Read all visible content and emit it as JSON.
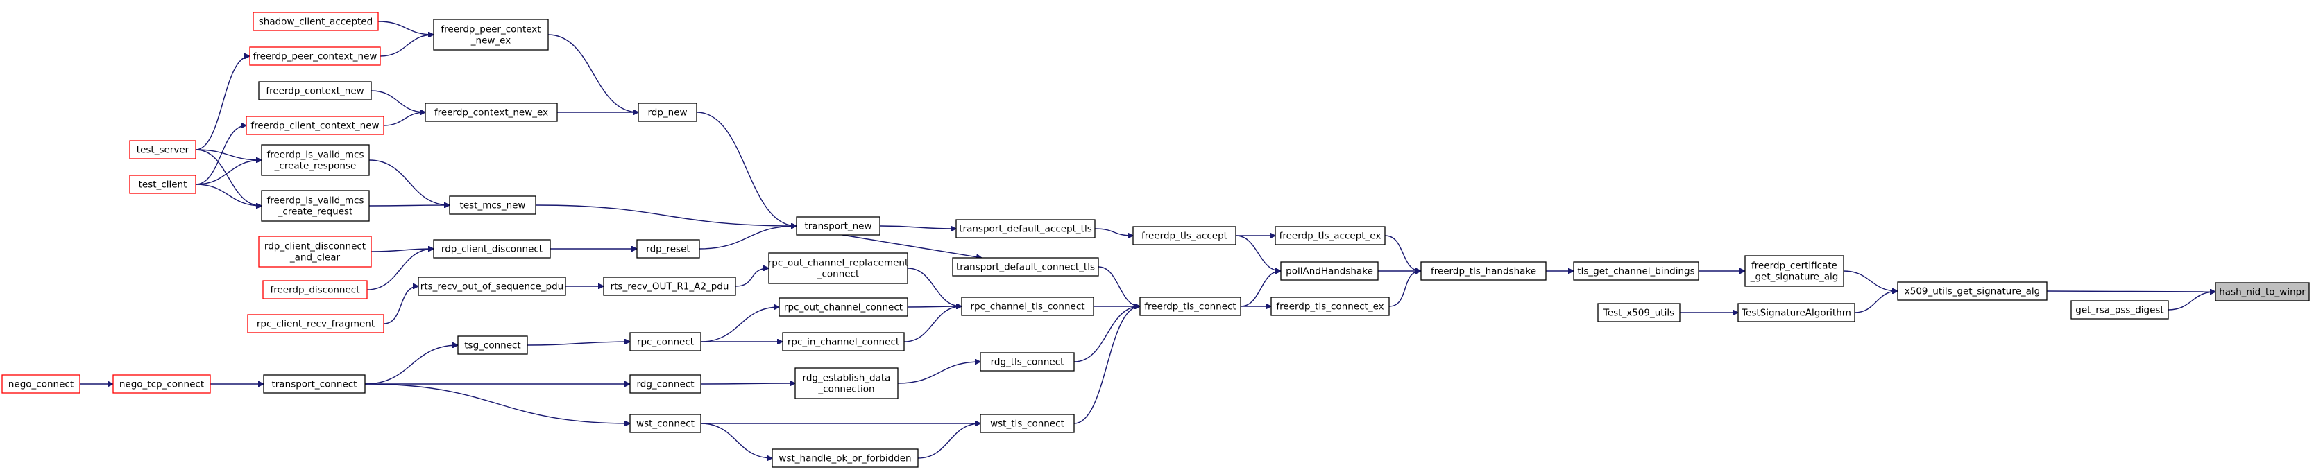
{
  "colors": {
    "edge": "#191970",
    "box_border": "#000000",
    "unresolved_border": "#ff0000",
    "target_fill": "#bfbfbf",
    "box_fill": "#ffffff"
  },
  "nodes": [
    {
      "id": "shadow_client_accepted",
      "lines": [
        "shadow_client_accepted"
      ],
      "border": "red"
    },
    {
      "id": "freerdp_peer_context_new_ex",
      "lines": [
        "freerdp_peer_context",
        "_new_ex"
      ],
      "border": "black"
    },
    {
      "id": "freerdp_peer_context_new",
      "lines": [
        "freerdp_peer_context_new"
      ],
      "border": "red"
    },
    {
      "id": "freerdp_context_new",
      "lines": [
        "freerdp_context_new"
      ],
      "border": "black"
    },
    {
      "id": "freerdp_client_context_new",
      "lines": [
        "freerdp_client_context_new"
      ],
      "border": "red"
    },
    {
      "id": "freerdp_context_new_ex",
      "lines": [
        "freerdp_context_new_ex"
      ],
      "border": "black"
    },
    {
      "id": "rdp_new",
      "lines": [
        "rdp_new"
      ],
      "border": "black"
    },
    {
      "id": "test_server",
      "lines": [
        "test_server"
      ],
      "border": "red"
    },
    {
      "id": "test_client",
      "lines": [
        "test_client"
      ],
      "border": "red"
    },
    {
      "id": "freerdp_is_valid_mcs_create_response",
      "lines": [
        "freerdp_is_valid_mcs",
        "_create_response"
      ],
      "border": "black"
    },
    {
      "id": "freerdp_is_valid_mcs_create_request",
      "lines": [
        "freerdp_is_valid_mcs",
        "_create_request"
      ],
      "border": "black"
    },
    {
      "id": "test_mcs_new",
      "lines": [
        "test_mcs_new"
      ],
      "border": "black"
    },
    {
      "id": "rdp_client_disconnect_and_clear",
      "lines": [
        "rdp_client_disconnect",
        "_and_clear"
      ],
      "border": "red"
    },
    {
      "id": "freerdp_disconnect",
      "lines": [
        "freerdp_disconnect"
      ],
      "border": "red"
    },
    {
      "id": "rdp_client_disconnect",
      "lines": [
        "rdp_client_disconnect"
      ],
      "border": "black"
    },
    {
      "id": "rdp_reset",
      "lines": [
        "rdp_reset"
      ],
      "border": "black"
    },
    {
      "id": "transport_new",
      "lines": [
        "transport_new"
      ],
      "border": "black"
    },
    {
      "id": "rpc_client_recv_fragment",
      "lines": [
        "rpc_client_recv_fragment"
      ],
      "border": "red"
    },
    {
      "id": "rts_recv_out_of_sequence_pdu",
      "lines": [
        "rts_recv_out_of_sequence_pdu"
      ],
      "border": "black"
    },
    {
      "id": "rts_recv_OUT_R1_A2_pdu",
      "lines": [
        "rts_recv_OUT_R1_A2_pdu"
      ],
      "border": "black"
    },
    {
      "id": "rpc_out_channel_replacement_connect",
      "lines": [
        "rpc_out_channel_replacement",
        "_connect"
      ],
      "border": "black"
    },
    {
      "id": "rpc_out_channel_connect",
      "lines": [
        "rpc_out_channel_connect"
      ],
      "border": "black"
    },
    {
      "id": "rpc_in_channel_connect",
      "lines": [
        "rpc_in_channel_connect"
      ],
      "border": "black"
    },
    {
      "id": "rpc_connect",
      "lines": [
        "rpc_connect"
      ],
      "border": "black"
    },
    {
      "id": "tsg_connect",
      "lines": [
        "tsg_connect"
      ],
      "border": "black"
    },
    {
      "id": "rpc_channel_tls_connect",
      "lines": [
        "rpc_channel_tls_connect"
      ],
      "border": "black"
    },
    {
      "id": "nego_connect",
      "lines": [
        "nego_connect"
      ],
      "border": "red"
    },
    {
      "id": "nego_tcp_connect",
      "lines": [
        "nego_tcp_connect"
      ],
      "border": "red"
    },
    {
      "id": "transport_connect",
      "lines": [
        "transport_connect"
      ],
      "border": "black"
    },
    {
      "id": "rdg_connect",
      "lines": [
        "rdg_connect"
      ],
      "border": "black"
    },
    {
      "id": "rdg_establish_data_connection",
      "lines": [
        "rdg_establish_data",
        "_connection"
      ],
      "border": "black"
    },
    {
      "id": "rdg_tls_connect",
      "lines": [
        "rdg_tls_connect"
      ],
      "border": "black"
    },
    {
      "id": "wst_connect",
      "lines": [
        "wst_connect"
      ],
      "border": "black"
    },
    {
      "id": "wst_tls_connect",
      "lines": [
        "wst_tls_connect"
      ],
      "border": "black"
    },
    {
      "id": "wst_handle_ok_or_forbidden",
      "lines": [
        "wst_handle_ok_or_forbidden"
      ],
      "border": "black"
    },
    {
      "id": "transport_default_accept_tls",
      "lines": [
        "transport_default_accept_tls"
      ],
      "border": "black"
    },
    {
      "id": "transport_default_connect_tls",
      "lines": [
        "transport_default_connect_tls"
      ],
      "border": "black"
    },
    {
      "id": "freerdp_tls_accept",
      "lines": [
        "freerdp_tls_accept"
      ],
      "border": "black"
    },
    {
      "id": "freerdp_tls_connect",
      "lines": [
        "freerdp_tls_connect"
      ],
      "border": "black"
    },
    {
      "id": "freerdp_tls_accept_ex",
      "lines": [
        "freerdp_tls_accept_ex"
      ],
      "border": "black"
    },
    {
      "id": "pollAndHandshake",
      "lines": [
        "pollAndHandshake"
      ],
      "border": "black"
    },
    {
      "id": "freerdp_tls_connect_ex",
      "lines": [
        "freerdp_tls_connect_ex"
      ],
      "border": "black"
    },
    {
      "id": "freerdp_tls_handshake",
      "lines": [
        "freerdp_tls_handshake"
      ],
      "border": "black"
    },
    {
      "id": "tls_get_channel_bindings",
      "lines": [
        "tls_get_channel_bindings"
      ],
      "border": "black"
    },
    {
      "id": "freerdp_certificate_get_signature_alg",
      "lines": [
        "freerdp_certificate",
        "_get_signature_alg"
      ],
      "border": "black"
    },
    {
      "id": "Test_x509_utils",
      "lines": [
        "Test_x509_utils"
      ],
      "border": "black"
    },
    {
      "id": "TestSignatureAlgorithm",
      "lines": [
        "TestSignatureAlgorithm"
      ],
      "border": "black"
    },
    {
      "id": "x509_utils_get_signature_alg",
      "lines": [
        "x509_utils_get_signature_alg"
      ],
      "border": "black"
    },
    {
      "id": "get_rsa_pss_digest",
      "lines": [
        "get_rsa_pss_digest"
      ],
      "border": "black"
    },
    {
      "id": "hash_nid_to_winpr",
      "lines": [
        "hash_nid_to_winpr"
      ],
      "border": "black",
      "target": true
    }
  ],
  "edges": [
    [
      "shadow_client_accepted",
      "freerdp_peer_context_new_ex"
    ],
    [
      "freerdp_peer_context_new",
      "freerdp_peer_context_new_ex"
    ],
    [
      "freerdp_peer_context_new_ex",
      "rdp_new"
    ],
    [
      "test_server",
      "freerdp_peer_context_new"
    ],
    [
      "freerdp_context_new",
      "freerdp_context_new_ex"
    ],
    [
      "freerdp_client_context_new",
      "freerdp_context_new_ex"
    ],
    [
      "freerdp_context_new_ex",
      "rdp_new"
    ],
    [
      "test_client",
      "freerdp_client_context_new"
    ],
    [
      "rdp_new",
      "transport_new"
    ],
    [
      "test_server",
      "freerdp_is_valid_mcs_create_response"
    ],
    [
      "test_server",
      "freerdp_is_valid_mcs_create_request"
    ],
    [
      "test_client",
      "freerdp_is_valid_mcs_create_response"
    ],
    [
      "test_client",
      "freerdp_is_valid_mcs_create_request"
    ],
    [
      "freerdp_is_valid_mcs_create_response",
      "test_mcs_new"
    ],
    [
      "freerdp_is_valid_mcs_create_request",
      "test_mcs_new"
    ],
    [
      "test_mcs_new",
      "transport_new"
    ],
    [
      "rdp_client_disconnect_and_clear",
      "rdp_client_disconnect"
    ],
    [
      "freerdp_disconnect",
      "rdp_client_disconnect"
    ],
    [
      "rdp_client_disconnect",
      "rdp_reset"
    ],
    [
      "rdp_reset",
      "transport_new"
    ],
    [
      "transport_new",
      "transport_default_accept_tls"
    ],
    [
      "transport_new",
      "transport_default_connect_tls"
    ],
    [
      "rpc_client_recv_fragment",
      "rts_recv_out_of_sequence_pdu"
    ],
    [
      "rts_recv_out_of_sequence_pdu",
      "rts_recv_OUT_R1_A2_pdu"
    ],
    [
      "rts_recv_OUT_R1_A2_pdu",
      "rpc_out_channel_replacement_connect"
    ],
    [
      "rpc_out_channel_replacement_connect",
      "rpc_channel_tls_connect"
    ],
    [
      "rpc_out_channel_connect",
      "rpc_channel_tls_connect"
    ],
    [
      "rpc_in_channel_connect",
      "rpc_channel_tls_connect"
    ],
    [
      "rpc_connect",
      "rpc_out_channel_connect"
    ],
    [
      "rpc_connect",
      "rpc_in_channel_connect"
    ],
    [
      "tsg_connect",
      "rpc_connect"
    ],
    [
      "transport_connect",
      "tsg_connect"
    ],
    [
      "nego_connect",
      "nego_tcp_connect"
    ],
    [
      "nego_tcp_connect",
      "transport_connect"
    ],
    [
      "transport_connect",
      "rdg_connect"
    ],
    [
      "transport_connect",
      "wst_connect"
    ],
    [
      "rdg_connect",
      "rdg_establish_data_connection"
    ],
    [
      "rdg_establish_data_connection",
      "rdg_tls_connect"
    ],
    [
      "wst_connect",
      "wst_tls_connect"
    ],
    [
      "wst_connect",
      "wst_handle_ok_or_forbidden"
    ],
    [
      "wst_handle_ok_or_forbidden",
      "wst_tls_connect"
    ],
    [
      "transport_default_accept_tls",
      "freerdp_tls_accept"
    ],
    [
      "transport_default_connect_tls",
      "freerdp_tls_connect"
    ],
    [
      "rpc_channel_tls_connect",
      "freerdp_tls_connect"
    ],
    [
      "rdg_tls_connect",
      "freerdp_tls_connect"
    ],
    [
      "wst_tls_connect",
      "freerdp_tls_connect"
    ],
    [
      "freerdp_tls_accept",
      "freerdp_tls_accept_ex"
    ],
    [
      "freerdp_tls_accept",
      "pollAndHandshake"
    ],
    [
      "freerdp_tls_connect",
      "pollAndHandshake"
    ],
    [
      "freerdp_tls_connect",
      "freerdp_tls_connect_ex"
    ],
    [
      "freerdp_tls_accept_ex",
      "freerdp_tls_handshake"
    ],
    [
      "pollAndHandshake",
      "freerdp_tls_handshake"
    ],
    [
      "freerdp_tls_connect_ex",
      "freerdp_tls_handshake"
    ],
    [
      "freerdp_tls_handshake",
      "tls_get_channel_bindings"
    ],
    [
      "tls_get_channel_bindings",
      "freerdp_certificate_get_signature_alg"
    ],
    [
      "freerdp_certificate_get_signature_alg",
      "x509_utils_get_signature_alg"
    ],
    [
      "Test_x509_utils",
      "TestSignatureAlgorithm"
    ],
    [
      "TestSignatureAlgorithm",
      "x509_utils_get_signature_alg"
    ],
    [
      "x509_utils_get_signature_alg",
      "hash_nid_to_winpr"
    ],
    [
      "get_rsa_pss_digest",
      "hash_nid_to_winpr"
    ]
  ]
}
